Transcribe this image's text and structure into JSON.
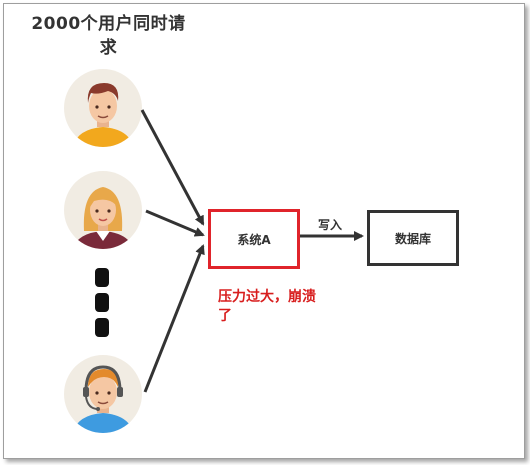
{
  "title": "2000个用户同时请求",
  "users": [
    {
      "icon": "male-user-avatar-icon"
    },
    {
      "icon": "female-user-avatar-icon"
    },
    {
      "icon": "headset-user-avatar-icon"
    }
  ],
  "system_a": {
    "label": "系统A",
    "border_color": "#e0242b"
  },
  "write_label": "写入",
  "database": {
    "label": "数据库"
  },
  "overload_note": "压力过大，崩溃了",
  "colors": {
    "alert": "#d81e1e",
    "arrow": "#333333"
  }
}
